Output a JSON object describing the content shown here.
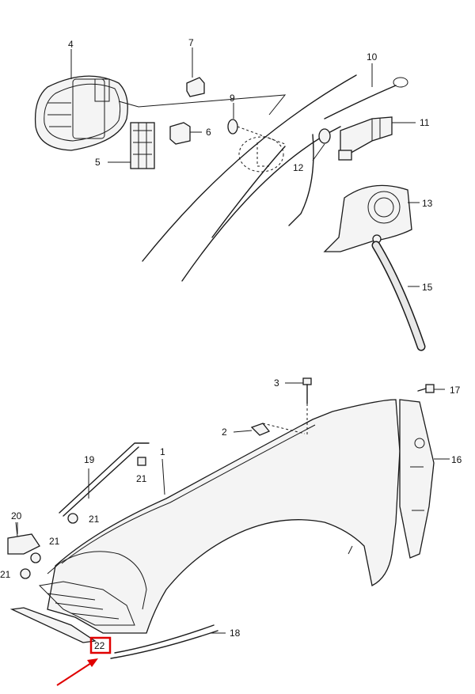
{
  "diagram": {
    "callouts": [
      {
        "id": "c1",
        "label": "1"
      },
      {
        "id": "c2",
        "label": "2"
      },
      {
        "id": "c3",
        "label": "3"
      },
      {
        "id": "c4",
        "label": "4"
      },
      {
        "id": "c5",
        "label": "5"
      },
      {
        "id": "c6",
        "label": "6"
      },
      {
        "id": "c7",
        "label": "7"
      },
      {
        "id": "c9",
        "label": "9"
      },
      {
        "id": "c10",
        "label": "10"
      },
      {
        "id": "c11",
        "label": "11"
      },
      {
        "id": "c12",
        "label": "12"
      },
      {
        "id": "c13",
        "label": "13"
      },
      {
        "id": "c15",
        "label": "15"
      },
      {
        "id": "c16",
        "label": "16"
      },
      {
        "id": "c17",
        "label": "17"
      },
      {
        "id": "c18",
        "label": "18"
      },
      {
        "id": "c19",
        "label": "19"
      },
      {
        "id": "c20",
        "label": "20"
      },
      {
        "id": "c21a",
        "label": "21"
      },
      {
        "id": "c21b",
        "label": "21"
      },
      {
        "id": "c21c",
        "label": "21"
      },
      {
        "id": "c21d",
        "label": "21"
      },
      {
        "id": "c22",
        "label": "22"
      }
    ],
    "highlight": {
      "label_ref": "22",
      "color": "#e00000"
    }
  }
}
